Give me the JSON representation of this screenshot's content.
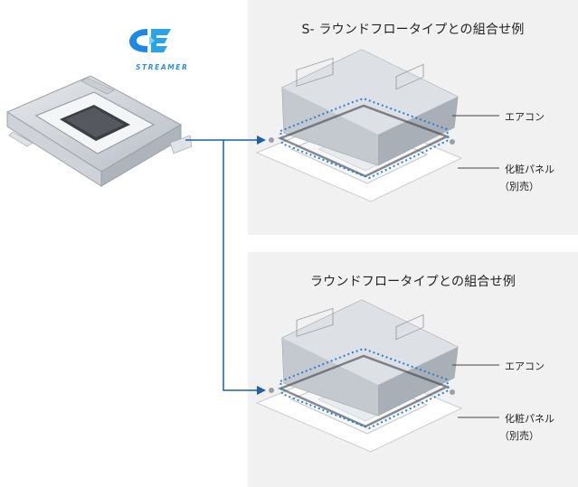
{
  "logo": {
    "wordmark": "STREAMER",
    "icon": "streamer-logo-icon",
    "color": "#1e88e5"
  },
  "panels": [
    {
      "title": "S- ラウンドフロータイプとの組合せ例",
      "label_aircon": "エアコン",
      "label_panel": "化粧パネル",
      "label_panel_note": "（別売）"
    },
    {
      "title": "ラウンドフロータイプとの組合せ例",
      "label_aircon": "エアコン",
      "label_panel": "化粧パネル",
      "label_panel_note": "（別売）"
    }
  ],
  "colors": {
    "arrow": "#1f5fa8",
    "dotted_outline": "#2a7ed8",
    "panel_bg": "#f1f1f1"
  }
}
